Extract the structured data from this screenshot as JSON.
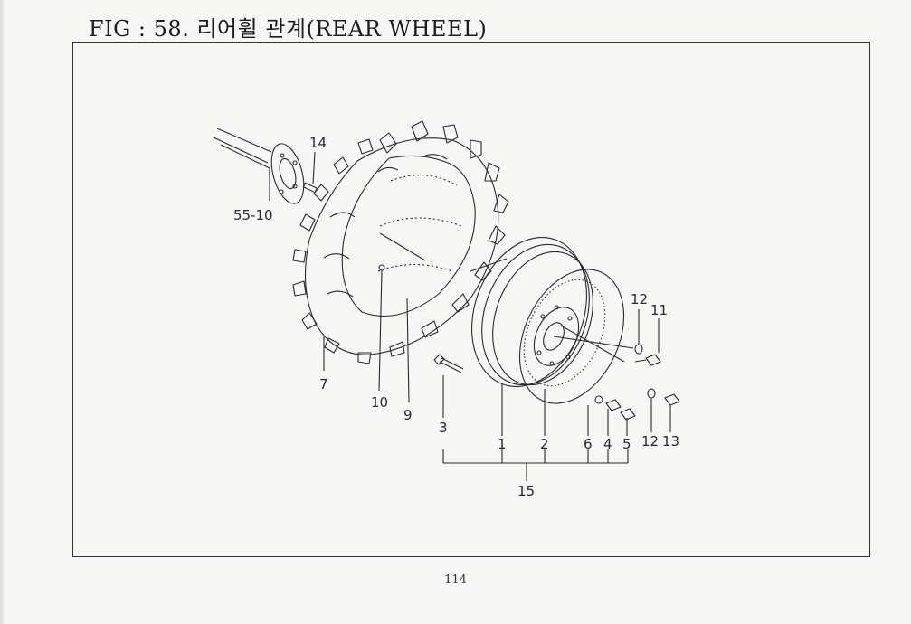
{
  "figure": {
    "title": "FIG : 58. 리어휠 관계(REAR WHEEL)"
  },
  "callouts": {
    "c14": "14",
    "c55_10": "55-10",
    "c7": "7",
    "c10": "10",
    "c9": "9",
    "c3": "3",
    "c1": "1",
    "c2": "2",
    "c6": "6",
    "c4": "4",
    "c5": "5",
    "c12a": "12",
    "c11": "11",
    "c12b": "12",
    "c13": "13",
    "c15": "15"
  },
  "page": {
    "number": "114"
  },
  "colors": {
    "ink": "#2a2a2a",
    "paper": "#f6f6f4"
  }
}
